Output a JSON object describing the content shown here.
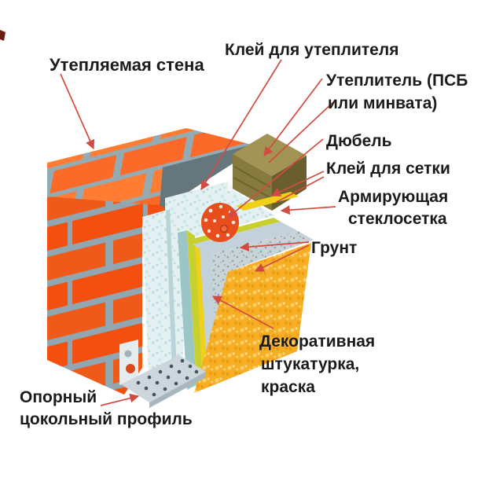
{
  "labels": {
    "wall": "Утепляемая стена",
    "glue_insulation": "Клей для утеплителя",
    "insulation_line1": "Утеплитель (ПСБ",
    "insulation_line2": "или минвата)",
    "dowel": "Дюбель",
    "glue_mesh": "Клей для сетки",
    "mesh_line1": "Армирующая",
    "mesh_line2": "стеклосетка",
    "primer": "Грунт",
    "decor_line1": "Декоративная",
    "decor_line2": "штукатурка,",
    "decor_line3": "краска",
    "profile_line1": "Опорный",
    "profile_line2": "цокольный профиль"
  },
  "colors": {
    "leader_red": "#d24b41",
    "brick_orange": "#f35210",
    "mortar_gray": "#92a9b3",
    "foam_cyan": "#e3f1f2",
    "mineral_wool_olive": "#877a3e",
    "mesh_yellow_green": "#c6d02e",
    "mesh_bright_yellow": "#f0d018",
    "primer_gray": "#c3d2da",
    "plaster_speckle_gray": "#c9d4d9",
    "plaster_orange": "#f6ae24",
    "metal_gray": "#ccd6dc",
    "dowel_orange": "#e84e1d",
    "text_black": "#1b1b1b"
  }
}
